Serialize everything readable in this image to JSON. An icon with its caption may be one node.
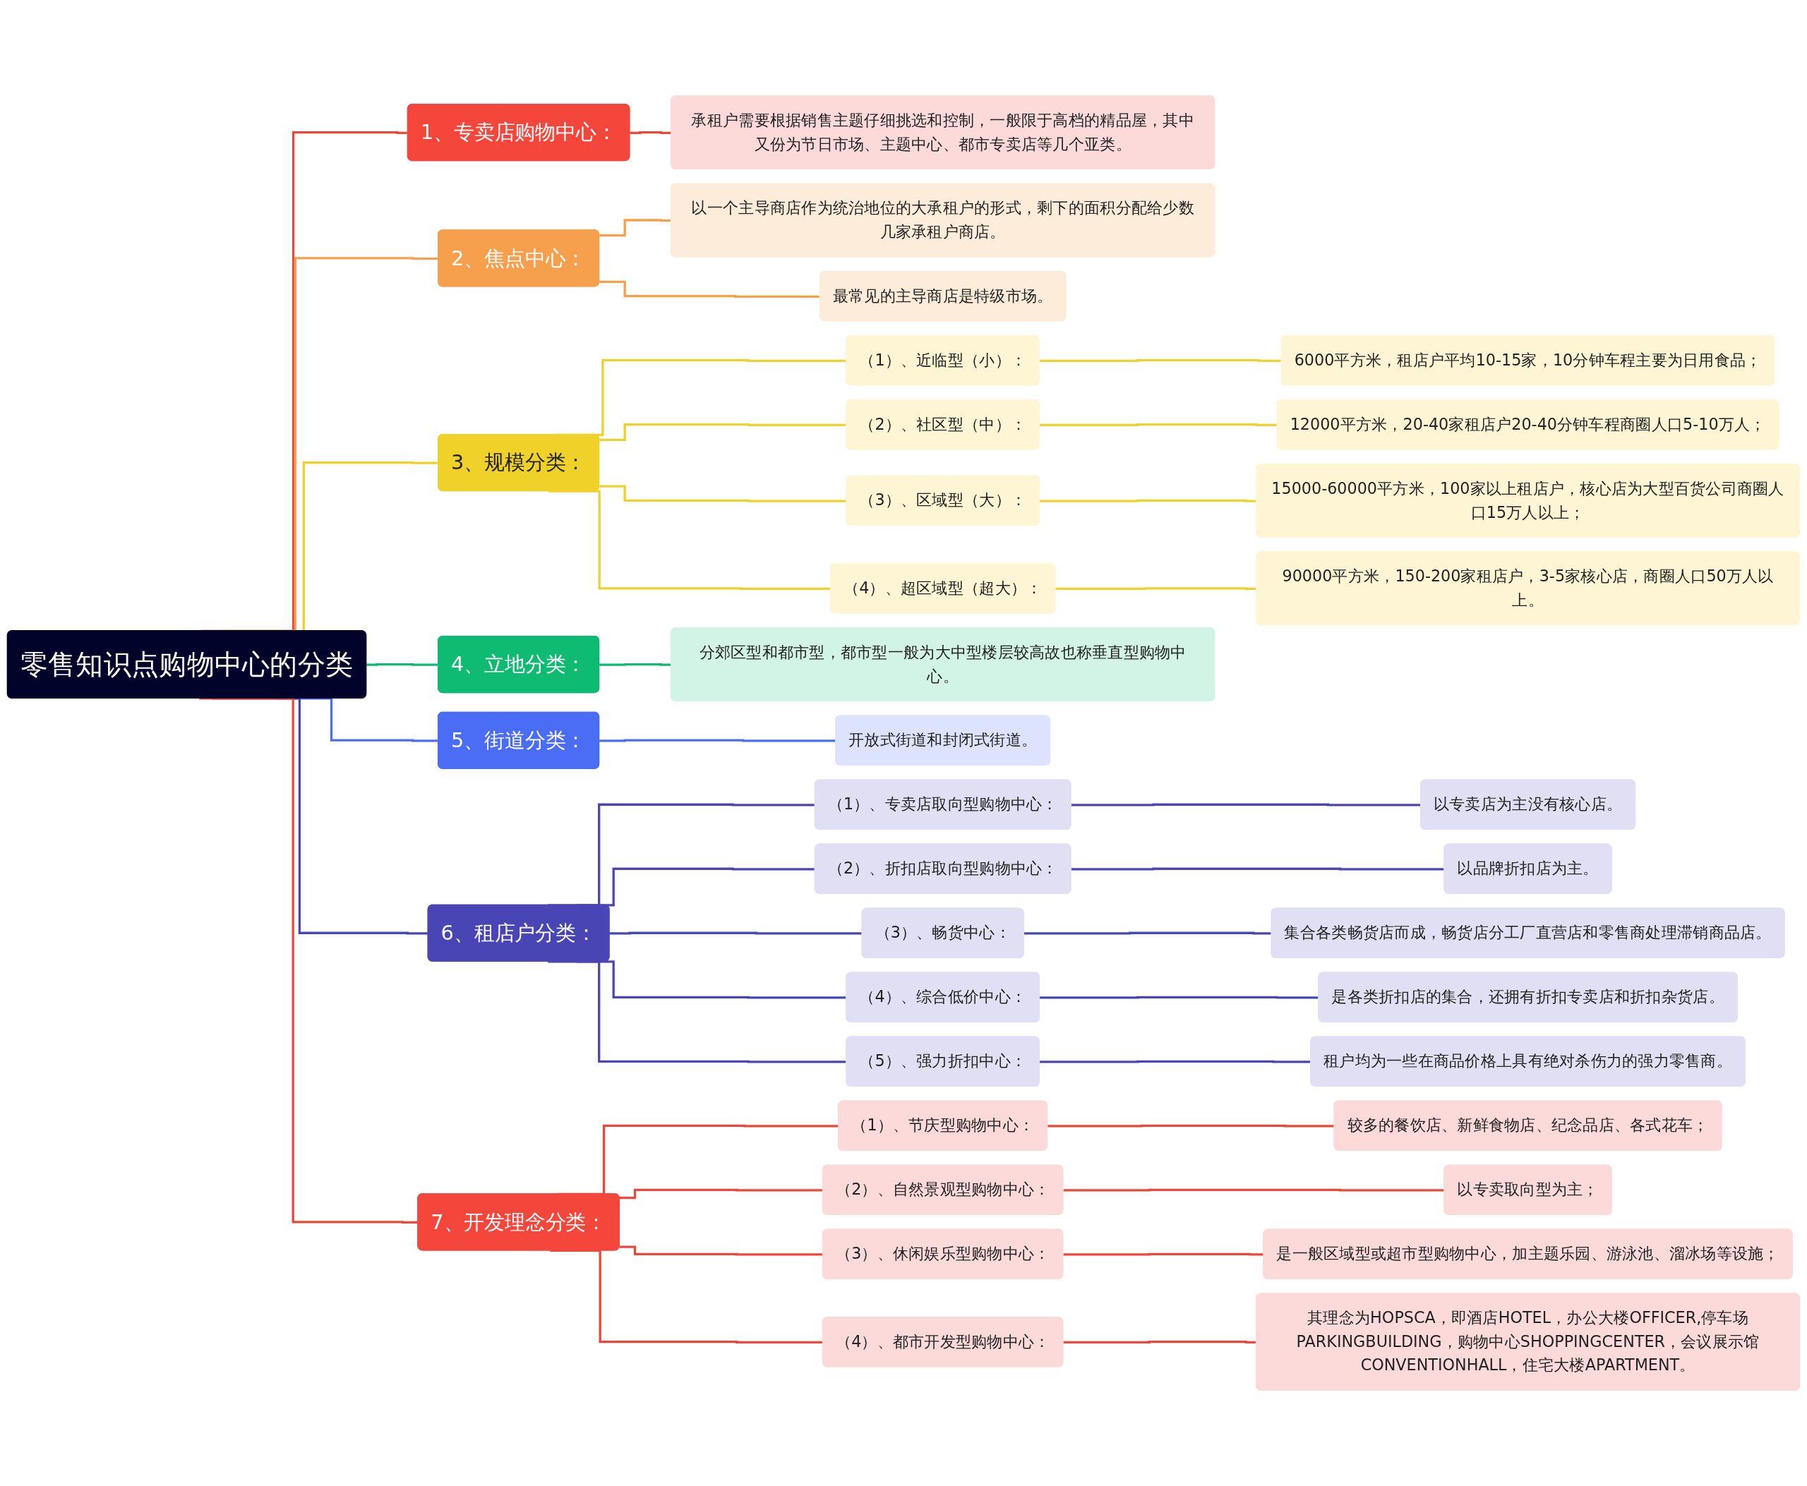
{
  "diagram": {
    "nodes": [
      {
        "text": [
          "零售知识点购物中心的分类"
        ]
      },
      {
        "text": [
          "1、专卖店购物中心："
        ]
      },
      {
        "text": [
          "承租户需要根据销售主题仔细挑选和控制，一般限于高档的精品屋，其中又份为节日市场、主题中心、都市专卖店等几个亚类。"
        ]
      },
      {
        "text": [
          "2、焦点中心："
        ]
      },
      {
        "text": [
          "以一个主导商店作为统治地位的大承租户的形式，剩下的面积分配给少数几家承租户商店。"
        ]
      },
      {
        "text": [
          "最常见的主导商店是特级市场。"
        ]
      },
      {
        "text": [
          "3、规模分类："
        ]
      },
      {
        "text": [
          "（1）、近临型（小）："
        ]
      },
      {
        "text": [
          "6000平方米，租店户平均10-15家，10分钟车程主要为日用食品；"
        ]
      },
      {
        "text": [
          "（2）、社区型（中）："
        ]
      },
      {
        "text": [
          "12000平方米，20-40家租店户20-40分钟车程商圈人口5-10万人；"
        ]
      },
      {
        "text": [
          "（3）、区域型（大）："
        ]
      },
      {
        "text": [
          "15000-60000平方米，100家以上租店户，核心店为大型百货公司商圈人口15万人以上；"
        ]
      },
      {
        "text": [
          "（4）、超区域型（超大）："
        ]
      },
      {
        "text": [
          "90000平方米，150-200家租店户，3-5家核心店，商圈人口50万人以上。"
        ]
      },
      {
        "text": [
          "4、立地分类："
        ]
      },
      {
        "text": [
          "分郊区型和都市型，都市型一般为大中型楼层较高故也称垂直型购物中心。"
        ]
      },
      {
        "text": [
          "5、街道分类："
        ]
      },
      {
        "text": [
          "开放式街道和封闭式街道。"
        ]
      },
      {
        "text": [
          "6、租店户分类："
        ]
      },
      {
        "text": [
          "（1）、专卖店取向型购物中心："
        ]
      },
      {
        "text": [
          "以专卖店为主没有核心店。"
        ]
      },
      {
        "text": [
          "（2）、折扣店取向型购物中心："
        ]
      },
      {
        "text": [
          "以品牌折扣店为主。"
        ]
      },
      {
        "text": [
          "（3）、畅货中心："
        ]
      },
      {
        "text": [
          "集合各类畅货店而成，畅货店分工厂直营店和零售商处理滞销商品店。"
        ]
      },
      {
        "text": [
          "（4）、综合低价中心："
        ]
      },
      {
        "text": [
          "是各类折扣店的集合，还拥有折扣专卖店和折扣杂货店。"
        ]
      },
      {
        "text": [
          "（5）、强力折扣中心："
        ]
      },
      {
        "text": [
          "租户均为一些在商品价格上具有绝对杀伤力的强力零售商。"
        ]
      },
      {
        "text": [
          "7、开发理念分类："
        ]
      },
      {
        "text": [
          "（1）、节庆型购物中心："
        ]
      },
      {
        "text": [
          "较多的餐饮店、新鲜食物店、纪念品店、各式花车；"
        ]
      },
      {
        "text": [
          "（2）、自然景观型购物中心："
        ]
      },
      {
        "text": [
          "以专卖取向型为主；"
        ]
      },
      {
        "text": [
          "（3）、休闲娱乐型购物中心："
        ]
      },
      {
        "text": [
          "是一般区域型或超市型购物中心，加主题乐园、游泳池、溜冰场等设施；"
        ]
      },
      {
        "text": [
          "（4）、都市开发型购物中心："
        ]
      },
      {
        "text": [
          "其理念为HOPSCA，即酒店HOTEL，办公大楼OFFICER,停车场PARKINGBUILDING，购物中心SHOPPINGCENTER，会议展示馆CONVENTIONHALL，住宅大楼APARTMENT。"
        ]
      }
    ],
    "edges": [
      {
        "from": 0,
        "to": 1,
        "arrow": "none",
        "color": "#f0453a"
      },
      {
        "from": 1,
        "to": 2,
        "arrow": "none",
        "color": "#f0453a"
      },
      {
        "from": 0,
        "to": 3,
        "arrow": "none",
        "color": "#f6a04d"
      },
      {
        "from": 3,
        "to": 4,
        "arrow": "none",
        "color": "#f6a04d"
      },
      {
        "from": 3,
        "to": 5,
        "arrow": "none",
        "color": "#f6a04d"
      },
      {
        "from": 0,
        "to": 6,
        "arrow": "none",
        "color": "#f0d12a"
      },
      {
        "from": 6,
        "to": 7,
        "arrow": "none",
        "color": "#f0d12a"
      },
      {
        "from": 7,
        "to": 8,
        "arrow": "none",
        "color": "#f0d12a"
      },
      {
        "from": 6,
        "to": 9,
        "arrow": "none",
        "color": "#f0d12a"
      },
      {
        "from": 9,
        "to": 10,
        "arrow": "none",
        "color": "#f0d12a"
      },
      {
        "from": 6,
        "to": 11,
        "arrow": "none",
        "color": "#f0d12a"
      },
      {
        "from": 11,
        "to": 12,
        "arrow": "none",
        "color": "#f0d12a"
      },
      {
        "from": 6,
        "to": 13,
        "arrow": "none",
        "color": "#f0d12a"
      },
      {
        "from": 13,
        "to": 14,
        "arrow": "none",
        "color": "#f0d12a"
      },
      {
        "from": 0,
        "to": 15,
        "arrow": "none",
        "color": "#0fba72"
      },
      {
        "from": 15,
        "to": 16,
        "arrow": "none",
        "color": "#0fba72"
      },
      {
        "from": 0,
        "to": 17,
        "arrow": "none",
        "color": "#4b6cf5"
      },
      {
        "from": 17,
        "to": 18,
        "arrow": "none",
        "color": "#4b6cf5"
      },
      {
        "from": 0,
        "to": 19,
        "arrow": "none",
        "color": "#4a45b5"
      },
      {
        "from": 19,
        "to": 20,
        "arrow": "none",
        "color": "#4a45b5"
      },
      {
        "from": 20,
        "to": 21,
        "arrow": "none",
        "color": "#4a45b5"
      },
      {
        "from": 19,
        "to": 22,
        "arrow": "none",
        "color": "#4a45b5"
      },
      {
        "from": 22,
        "to": 23,
        "arrow": "none",
        "color": "#4a45b5"
      },
      {
        "from": 19,
        "to": 24,
        "arrow": "none",
        "color": "#4a45b5"
      },
      {
        "from": 24,
        "to": 25,
        "arrow": "none",
        "color": "#4a45b5"
      },
      {
        "from": 19,
        "to": 26,
        "arrow": "none",
        "color": "#4a45b5"
      },
      {
        "from": 26,
        "to": 27,
        "arrow": "none",
        "color": "#4a45b5"
      },
      {
        "from": 19,
        "to": 28,
        "arrow": "none",
        "color": "#4a45b5"
      },
      {
        "from": 28,
        "to": 29,
        "arrow": "none",
        "color": "#4a45b5"
      },
      {
        "from": 0,
        "to": 30,
        "arrow": "none",
        "color": "#f0453a"
      },
      {
        "from": 30,
        "to": 31,
        "arrow": "none",
        "color": "#f0453a"
      },
      {
        "from": 31,
        "to": 32,
        "arrow": "none",
        "color": "#f0453a"
      },
      {
        "from": 30,
        "to": 33,
        "arrow": "none",
        "color": "#f0453a"
      },
      {
        "from": 33,
        "to": 34,
        "arrow": "none",
        "color": "#f0453a"
      },
      {
        "from": 30,
        "to": 35,
        "arrow": "none",
        "color": "#f0453a"
      },
      {
        "from": 35,
        "to": 36,
        "arrow": "none",
        "color": "#f0453a"
      },
      {
        "from": 30,
        "to": 37,
        "arrow": "none",
        "color": "#f0453a"
      },
      {
        "from": 37,
        "to": 38,
        "arrow": "none",
        "color": "#f0453a"
      }
    ]
  }
}
